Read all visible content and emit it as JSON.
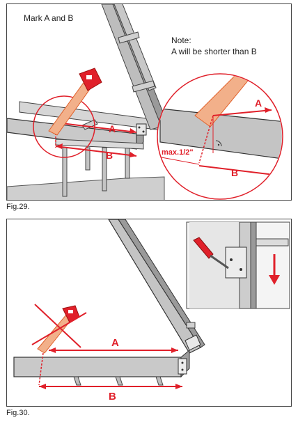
{
  "fig29": {
    "caption": "Fig.29.",
    "instruction": "Mark A and B",
    "note_title": "Note:",
    "note_text": "A will be shorter than B",
    "label_a": "A",
    "label_b": "B",
    "detail_label_a": "A",
    "detail_label_b": "B",
    "max_label": "max.1/2\""
  },
  "fig30": {
    "caption": "Fig.30.",
    "label_a": "A",
    "label_b": "B"
  },
  "colors": {
    "accent": "#e0202a",
    "wood_light": "#d2d2d2",
    "wood_mid": "#b9b9b9",
    "wood_dark": "#8e8e8e",
    "outline": "#333333"
  },
  "icons": [
    "saw-icon",
    "screwdriver-icon",
    "down-arrow-icon",
    "crossed-out-saw-icon",
    "red-circle-highlight"
  ]
}
